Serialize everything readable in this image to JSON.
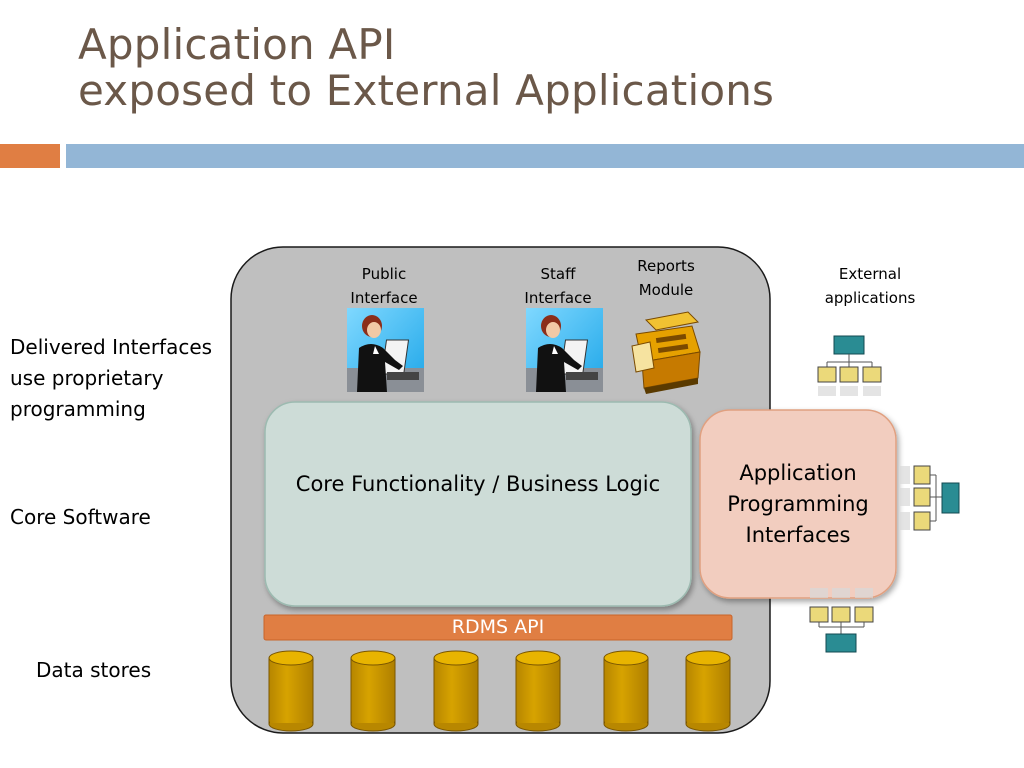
{
  "title": {
    "line1": "Application API",
    "line2": "exposed to External Applications"
  },
  "side_labels": {
    "delivered": [
      "Delivered Interfaces",
      "use proprietary",
      "programming"
    ],
    "core_software": "Core Software",
    "data_stores": "Data stores"
  },
  "interfaces": {
    "public": [
      "Public",
      "Interface"
    ],
    "staff": [
      "Staff",
      "Interface"
    ],
    "reports": [
      "Reports",
      "Module"
    ],
    "external": [
      "External",
      "applications"
    ]
  },
  "core_box": {
    "label": "Core Functionality / Business Logic"
  },
  "api_box": {
    "label_lines": [
      "Application",
      "Programming",
      "Interfaces"
    ]
  },
  "rdms_bar": {
    "label": "RDMS API"
  },
  "colors": {
    "title": "#6b5849",
    "outer_box": "#bfbfbf",
    "core_box": "#cddcd7",
    "api_box": "#f2cdbf",
    "rdms_bar": "#e07e43",
    "cylinder": "#cc9900",
    "org_top": "#2a8c93",
    "org_node": "#ebd97a",
    "accent_orange": "#e07e43",
    "accent_blue": "#93b6d6"
  },
  "icons": {
    "person_icon": "person-at-computer-icon",
    "printer_icon": "printer-icon",
    "org_chart_icon": "org-chart-icon",
    "database_icon": "database-cylinder-icon"
  }
}
